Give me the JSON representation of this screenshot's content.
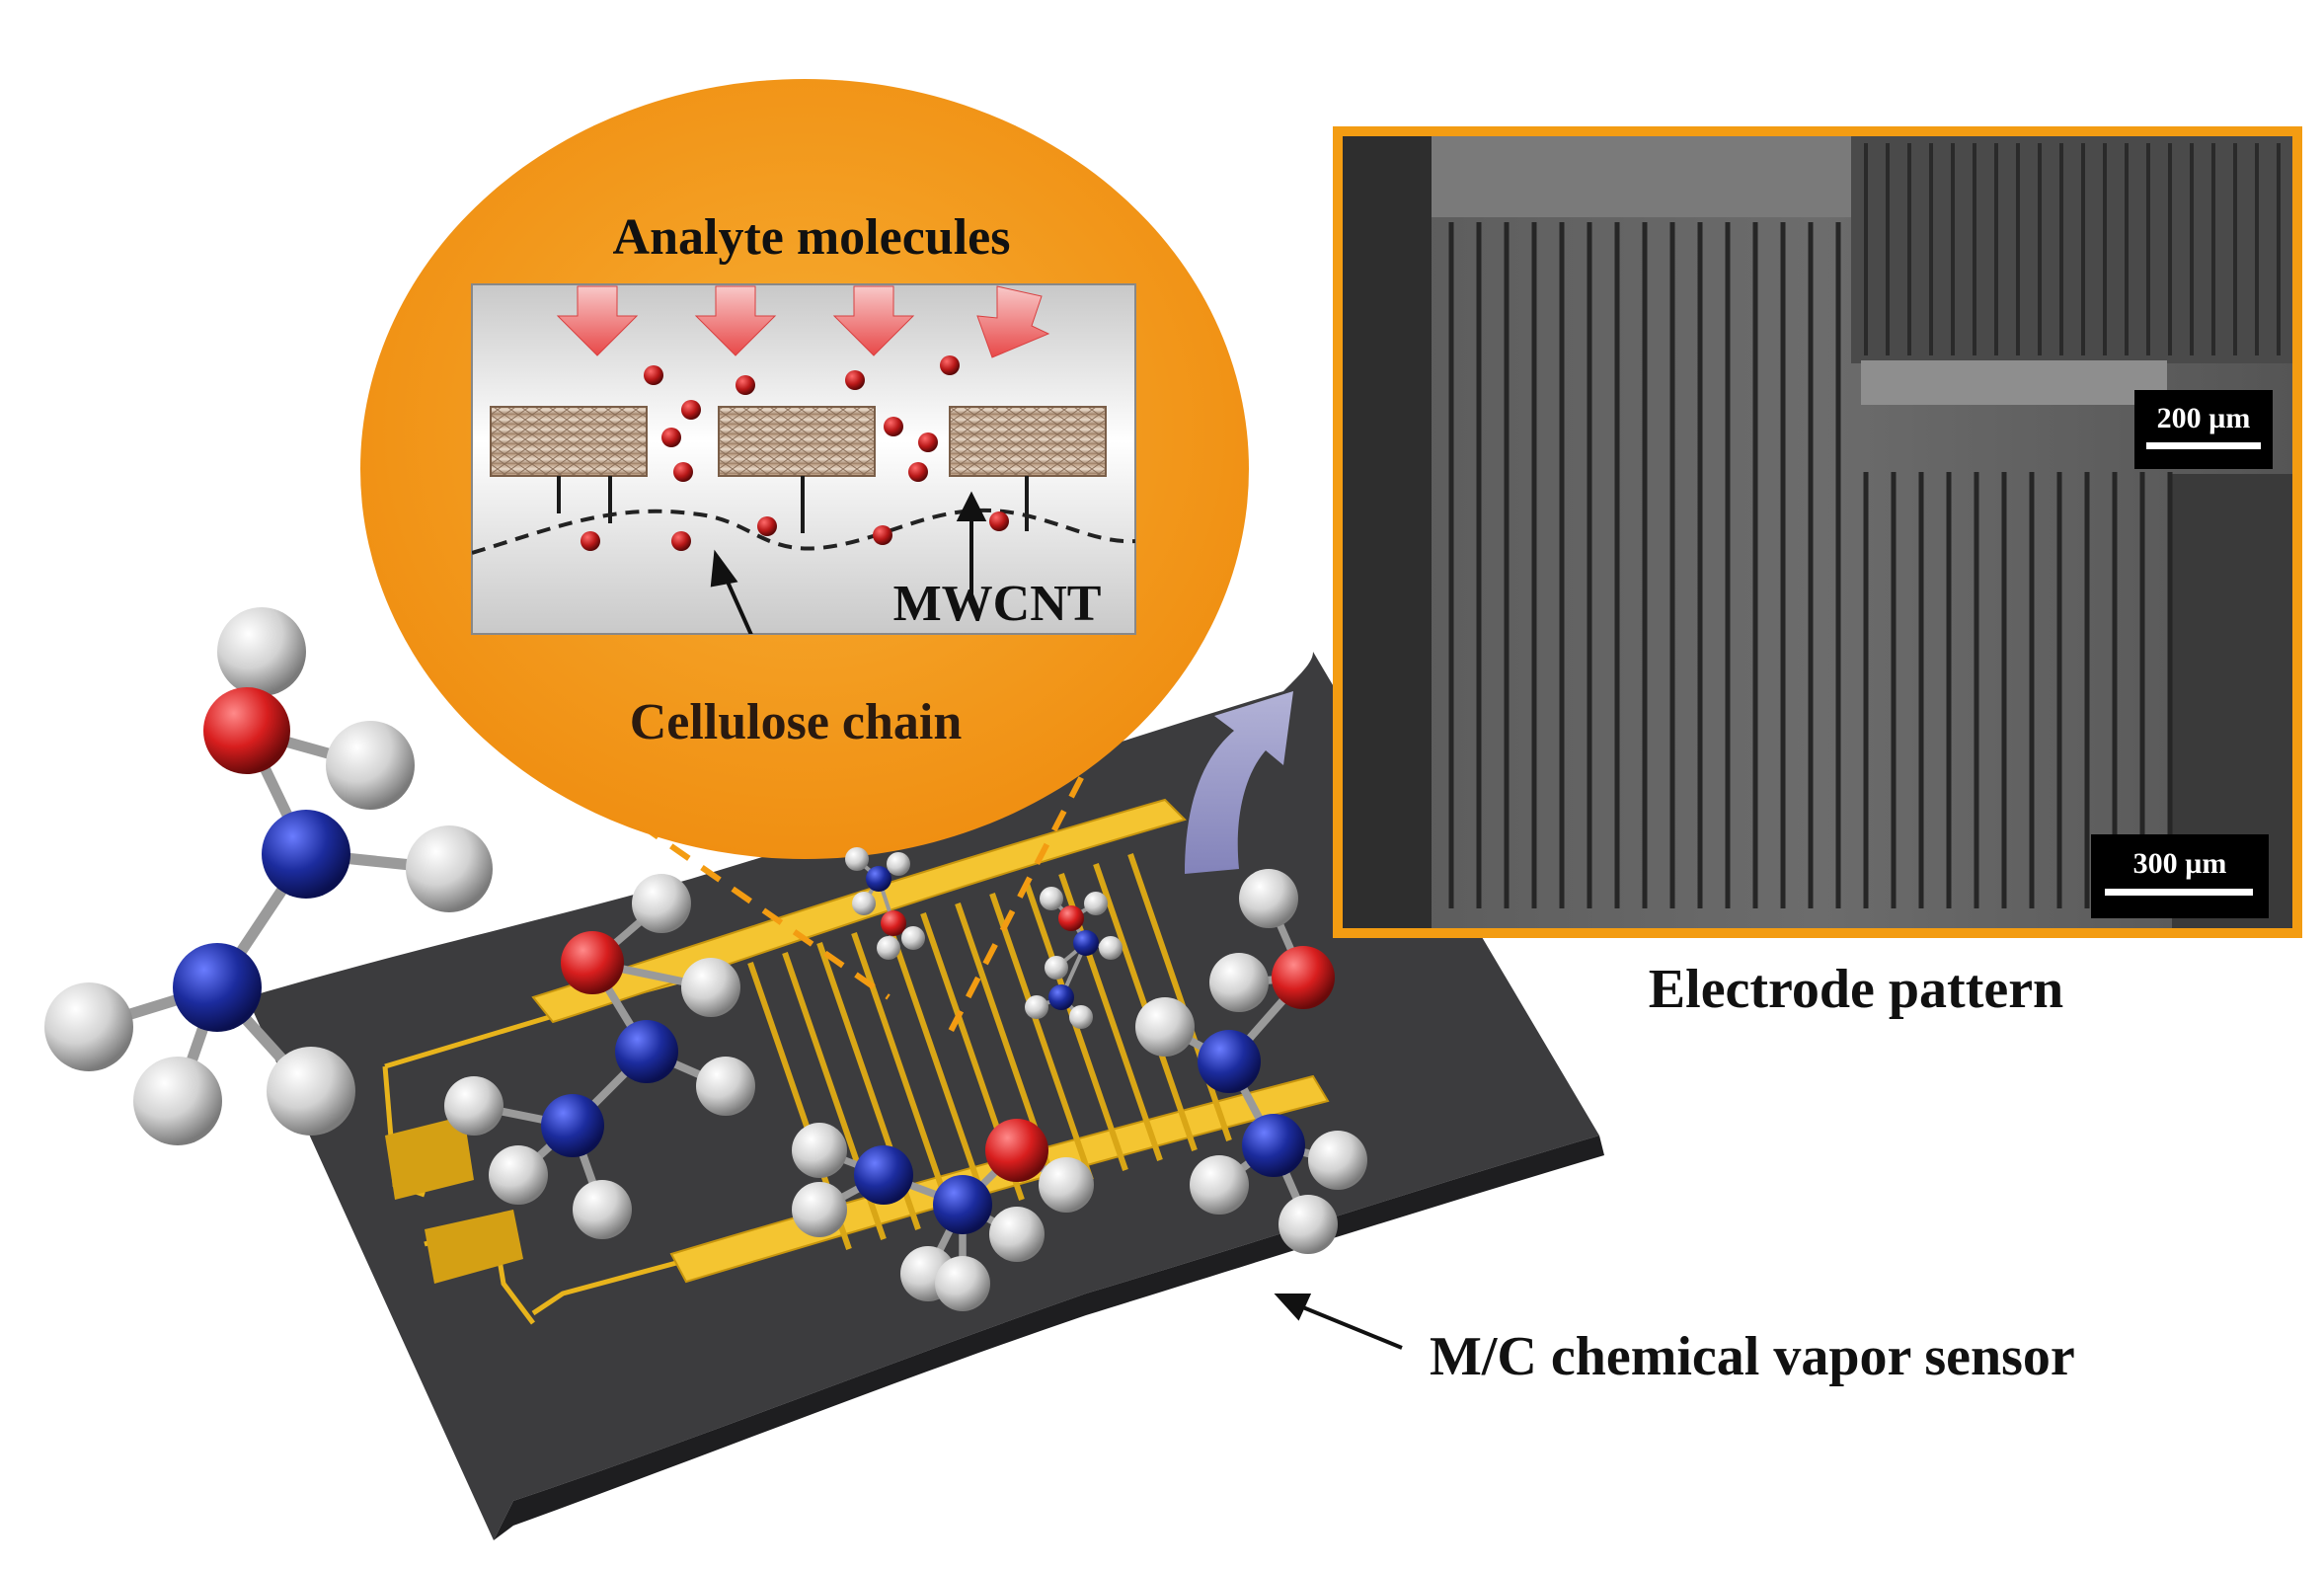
{
  "labels": {
    "analyte": "Analyte molecules",
    "mwcnt": "MWCNT",
    "cellulose": "Cellulose chain",
    "electrode": "Electrode pattern",
    "sensor": "M/C chemical vapor sensor"
  },
  "scale_bars": {
    "top": "200 µm",
    "bottom": "300 µm"
  },
  "colors": {
    "bubble_orange": "#f5a11e",
    "frame_orange": "#f39c12",
    "electrode_gold": "#e8b41c",
    "substrate": "#3c3c3e",
    "oxygen_atom": "#d81e1e",
    "nitrogen_atom": "#1c2c9e",
    "hydrogen_atom": "#d9d9d9",
    "analyte_dot": "#b81818"
  }
}
